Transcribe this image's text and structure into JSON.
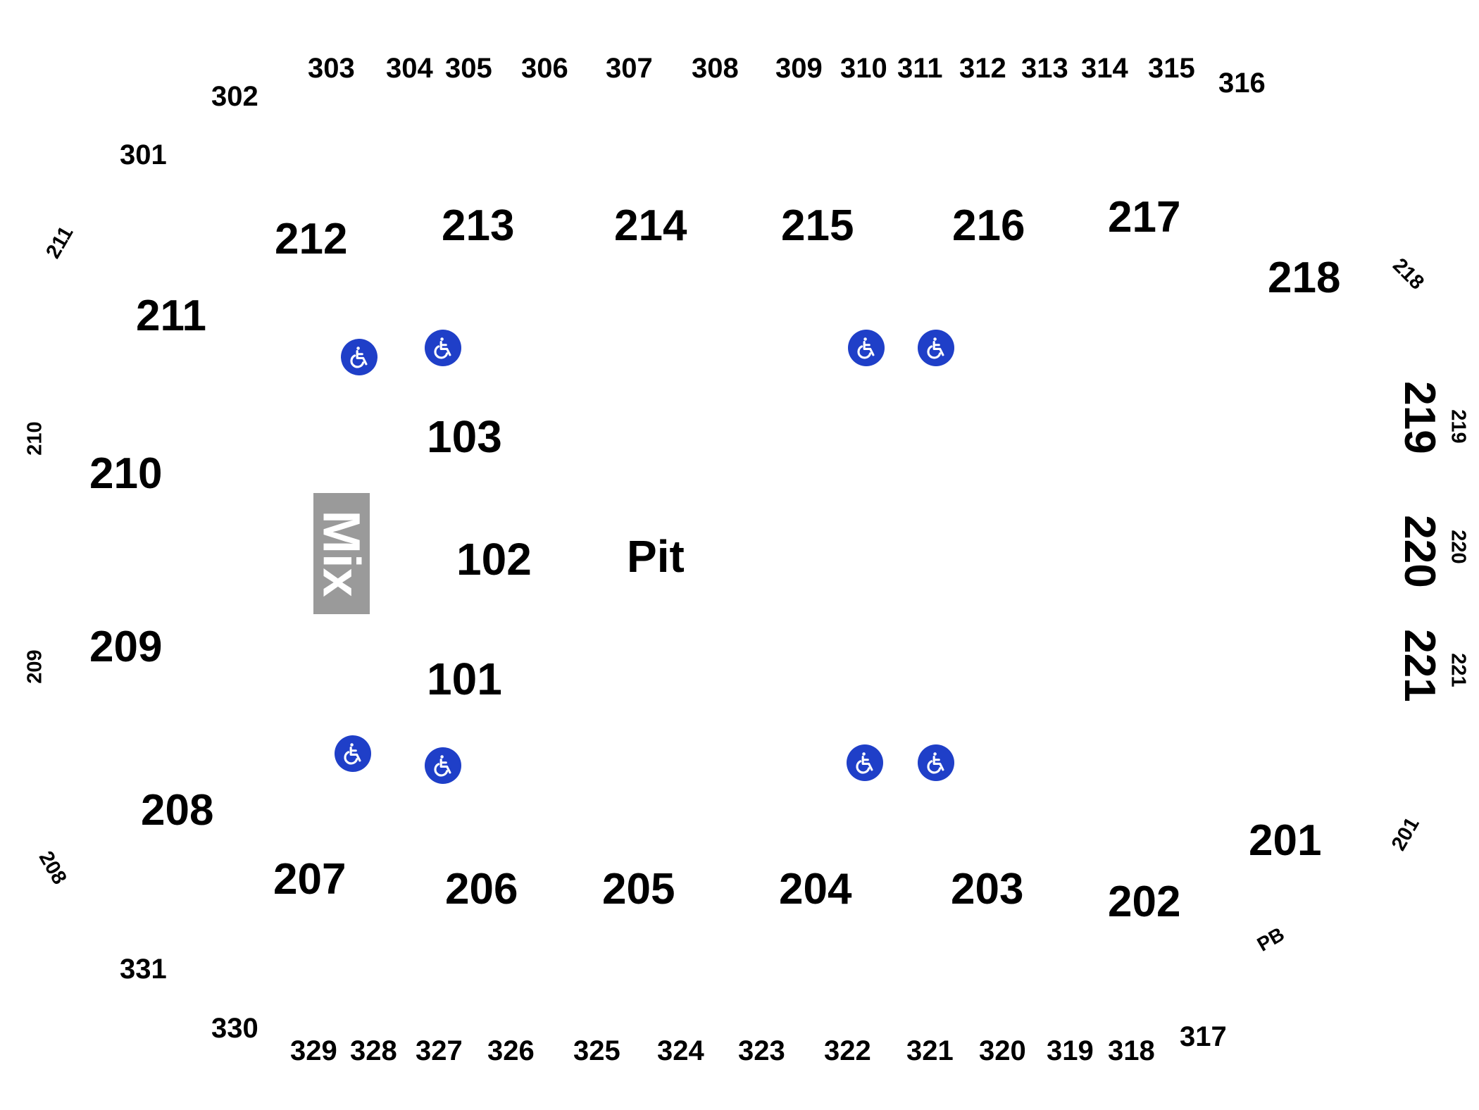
{
  "map": {
    "upper_sections": {
      "top": [
        "301",
        "302",
        "303",
        "304",
        "305",
        "306",
        "307",
        "308",
        "309",
        "310",
        "311",
        "312",
        "313",
        "314",
        "315",
        "316"
      ],
      "bottom": [
        "317",
        "318",
        "319",
        "320",
        "321",
        "322",
        "323",
        "324",
        "325",
        "326",
        "327",
        "328",
        "329",
        "330",
        "331"
      ]
    },
    "mid_sections": [
      "201",
      "202",
      "203",
      "204",
      "205",
      "206",
      "207",
      "208",
      "209",
      "210",
      "211",
      "212",
      "213",
      "214",
      "215",
      "216",
      "217",
      "218",
      "219",
      "220",
      "221"
    ],
    "edge_labels": [
      "211",
      "210",
      "209",
      "208",
      "218",
      "219",
      "220",
      "221",
      "201"
    ],
    "floor_sections": [
      "101",
      "102",
      "103"
    ],
    "pit_label": "Pit",
    "mix_label": "Mix",
    "pb_label": "PB",
    "accessible_icon": "wheelchair-icon",
    "colors": {
      "accessible": "#1f3fc8",
      "mix_box": "#9a9a9a",
      "text": "#000000",
      "background": "#ffffff"
    }
  }
}
